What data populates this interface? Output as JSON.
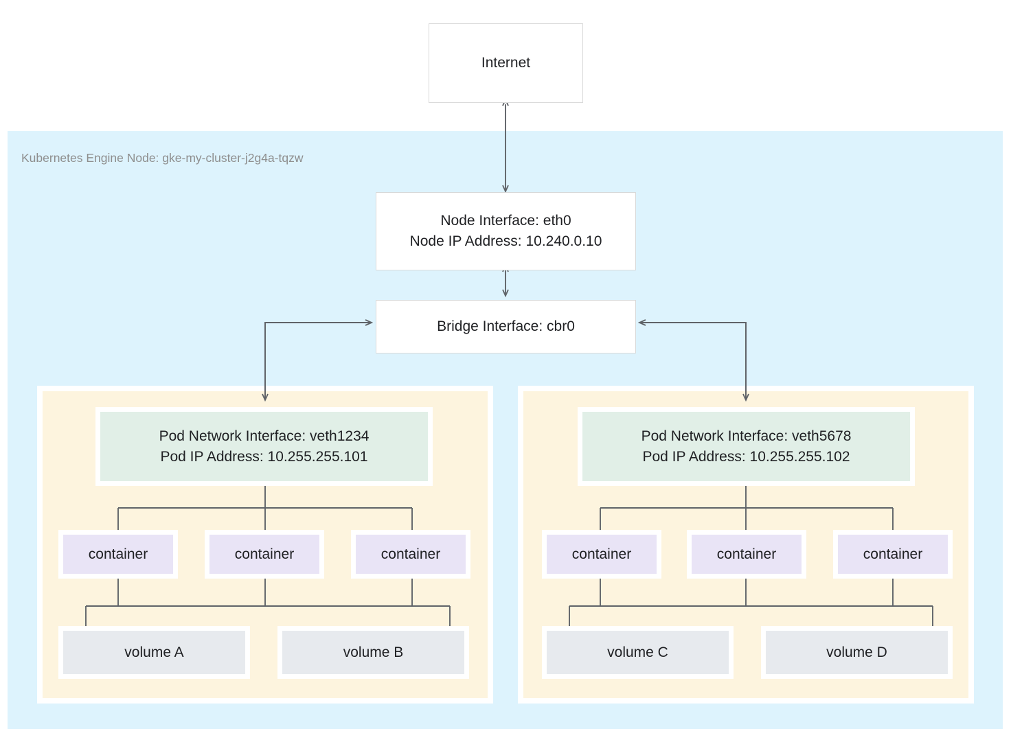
{
  "diagram": {
    "title_text": "Kubernetes Engine Node: gke-my-cluster-j2g4a-tqzw",
    "internet": {
      "label": "Internet"
    },
    "node_region": {
      "label": "Kubernetes Engine Node: gke-my-cluster-j2g4a-tqzw",
      "background_color": "#ddf3fd"
    },
    "node_interface": {
      "line1": "Node Interface: eth0",
      "line2": "Node IP Address: 10.240.0.10",
      "text": "Node Interface: eth0\nNode IP Address: 10.240.0.10"
    },
    "bridge_interface": {
      "label": "Bridge Interface: cbr0"
    },
    "pods": [
      {
        "id": "pod-left",
        "background_color": "#fdf4de",
        "network_interface": {
          "line1": "Pod Network Interface: veth1234",
          "line2": "Pod IP Address: 10.255.255.101",
          "text": "Pod Network Interface: veth1234\nPod IP Address: 10.255.255.101"
        },
        "containers": [
          {
            "label": "container"
          },
          {
            "label": "container"
          },
          {
            "label": "container"
          }
        ],
        "volumes": [
          {
            "label": "volume A"
          },
          {
            "label": "volume B"
          }
        ]
      },
      {
        "id": "pod-right",
        "background_color": "#fdf4de",
        "network_interface": {
          "line1": "Pod Network Interface: veth5678",
          "line2": "Pod IP Address: 10.255.255.102",
          "text": "Pod Network Interface: veth5678\nPod IP Address: 10.255.255.102"
        },
        "containers": [
          {
            "label": "container"
          },
          {
            "label": "container"
          },
          {
            "label": "container"
          }
        ],
        "volumes": [
          {
            "label": "volume C"
          },
          {
            "label": "volume D"
          }
        ]
      }
    ],
    "colors": {
      "node_region": "#ddf3fd",
      "pod_region": "#fdf4de",
      "pod_network_interface": "#e1efe7",
      "container": "#e9e4f6",
      "volume": "#e7eaee",
      "connector": "#5f6368",
      "box_border": "#d9d9d9",
      "text": "#202124",
      "muted_text": "#8e8e8e"
    }
  }
}
